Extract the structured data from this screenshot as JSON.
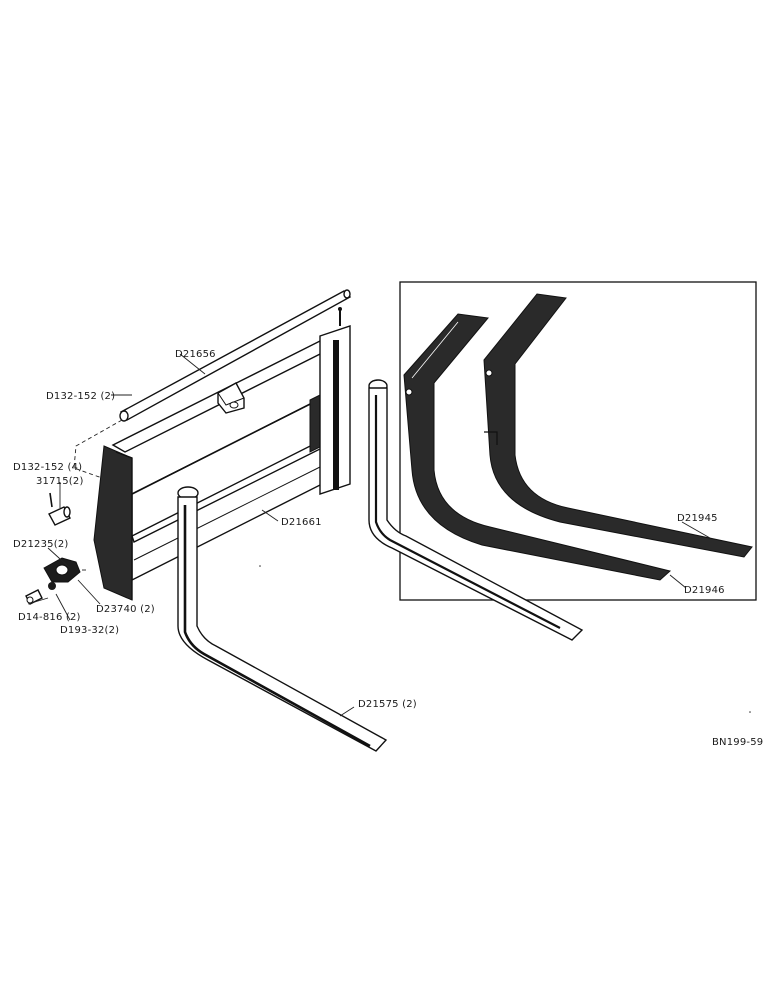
{
  "labels": {
    "rod": "D21656",
    "pin_top": "D132-152 (2)",
    "pin_left": "D132-152 (4)",
    "pin_31715": "31715(2)",
    "bracket_235": "D21235(2)",
    "bolt_816": "D14-816 (2)",
    "washer_32": "D193-32(2)",
    "plate_740": "D23740 (2)",
    "carriage": "D21661",
    "fork": "D21575 (2)",
    "fork_right": "D21945",
    "fork_left": "D21946",
    "ref": "BN199-59"
  }
}
